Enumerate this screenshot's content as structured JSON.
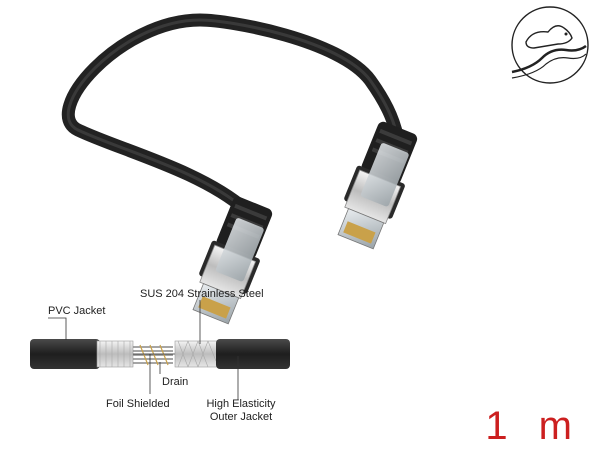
{
  "labels": {
    "pvc_jacket": "PVC Jacket",
    "steel": "SUS 204 Strainless Steel",
    "drain": "Drain",
    "foil": "Foil Shielded",
    "outer_line1": "High Elasticity",
    "outer_line2": "Outer Jacket"
  },
  "length": "1 m",
  "icons": {
    "badge": "rodent-protection-icon"
  },
  "colors": {
    "cable": "#2b2b2b",
    "accent": "#cc1f1f"
  }
}
